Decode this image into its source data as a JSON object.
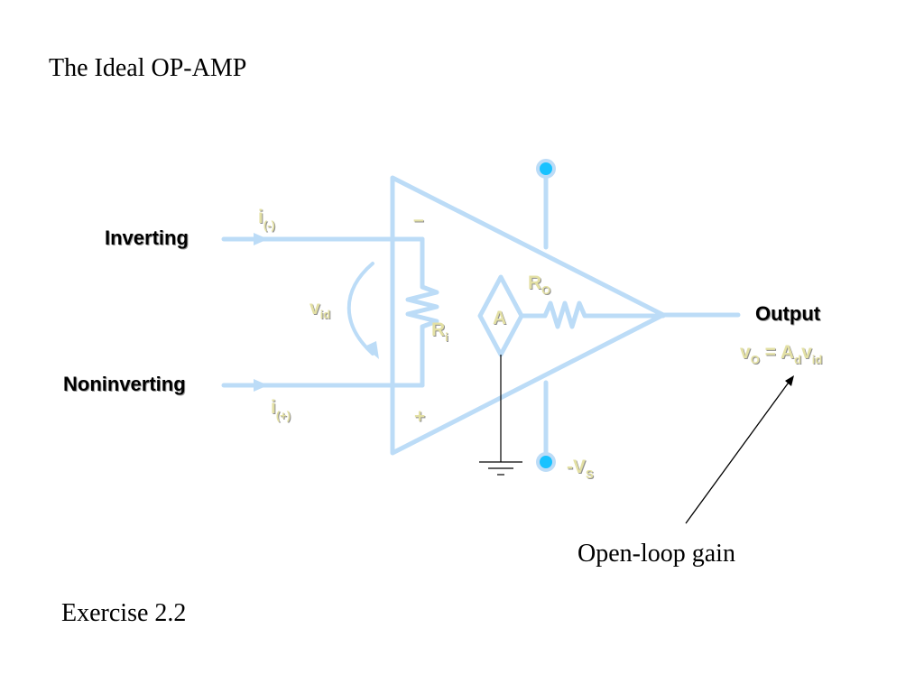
{
  "title": "The Ideal OP-AMP",
  "exercise": "Exercise 2.2",
  "terminals": {
    "inverting": "Inverting",
    "noninverting": "Noninverting",
    "output": "Output"
  },
  "signs": {
    "minus": "–",
    "plus": "+"
  },
  "currents": {
    "i_minus": {
      "base": "i",
      "sub": "(-)"
    },
    "i_plus": {
      "base": "i",
      "sub": "(+)"
    }
  },
  "vid": {
    "base": "v",
    "sub": "id"
  },
  "Ri": {
    "base": "R",
    "sub": "i"
  },
  "Ro": {
    "base": "R",
    "sub": "O"
  },
  "source": "A",
  "neg_supply": {
    "base": "-V",
    "sub": "S"
  },
  "output_eq": {
    "v": "v",
    "v_sub": "O",
    "eq": " = A",
    "a_sub": "d",
    "v2": "v",
    "v2_sub": "id"
  },
  "annotation": "Open-loop gain",
  "colors": {
    "wire": "#bcdcf7",
    "label_yellow": "#e3e0a4",
    "terminal_dot": "#18c2ff"
  }
}
